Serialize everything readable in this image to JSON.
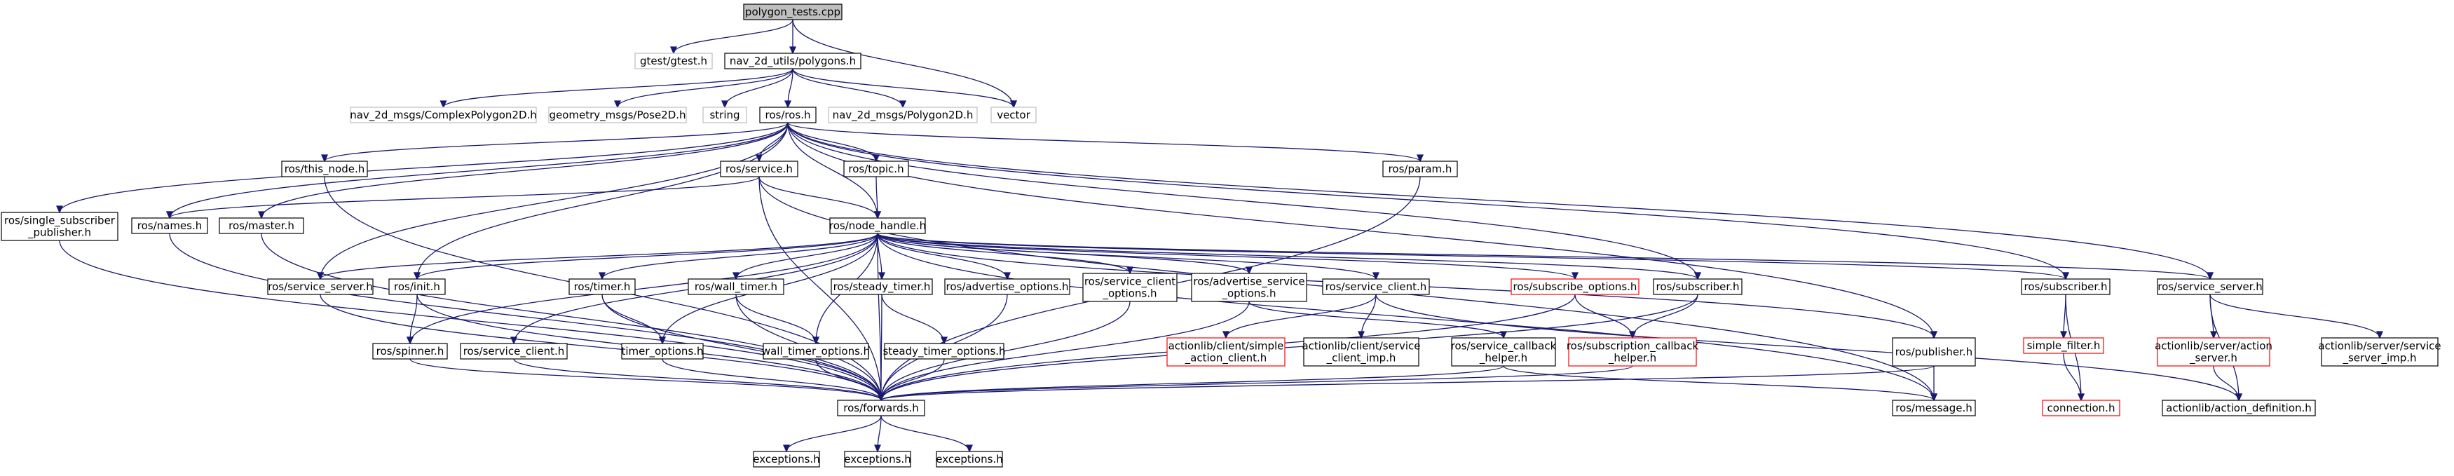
{
  "graph": {
    "colors": {
      "edge": "#191970",
      "border_normal": "#000000",
      "border_missing": "#bfbfbf",
      "border_truncated": "#ff0000",
      "fill_root": "#bfbfbf",
      "fill": "#ffffff"
    },
    "nodes": {
      "root": "polygon_tests.cpp",
      "gtest": "gtest/gtest.h",
      "polygons": "nav_2d_utils/polygons.h",
      "vector": "vector",
      "complexpoly": "nav_2d_msgs/ComplexPolygon2D.h",
      "pose2d": "geometry_msgs/Pose2D.h",
      "string": "string",
      "rosh": "ros/ros.h",
      "polygon2d": "nav_2d_msgs/Polygon2D.h",
      "singlesub1": "ros/single_subscriber",
      "singlesub2": "_publisher.h",
      "thisnode": "ros/this_node.h",
      "names": "ros/names.h",
      "master": "ros/master.h",
      "service": "ros/service.h",
      "topic": "ros/topic.h",
      "param": "ros/param.h",
      "nodehandle": "ros/node_handle.h",
      "servserv1": "ros/service_server.h",
      "init": "ros/init.h",
      "timer": "ros/timer.h",
      "walltimer": "ros/wall_timer.h",
      "steadytimer": "ros/steady_timer.h",
      "advopts": "ros/advertise_options.h",
      "scopts1": "ros/service_client",
      "scopts2": "_options.h",
      "advsvc1": "ros/advertise_service",
      "advsvc2": "_options.h",
      "svcclient2": "ros/service_client.h",
      "subopts": "ros/subscribe_options.h",
      "subscriber": "ros/subscriber.h",
      "subscriber2": "ros/subscriber.h",
      "servserv2": "ros/service_server.h",
      "spinner": "ros/spinner.h",
      "svcclient": "ros/service_client.h",
      "timeropts": "timer_options.h",
      "walltimeropts": "wall_timer_options.h",
      "steadytimeropts": "steady_timer_options.h",
      "alsimple1": "actionlib/client/simple",
      "alsimple2": "_action_client.h",
      "alimp1": "actionlib/client/service",
      "alimp2": "_client_imp.h",
      "cbhelper1": "ros/service_callback",
      "cbhelper2": "_helper.h",
      "subcb1": "ros/subscription_callback",
      "subcb2": "_helper.h",
      "publisher": "ros/publisher.h",
      "simplefilter": "simple_filter.h",
      "alserver1": "actionlib/server/action",
      "alserver2": "_server.h",
      "alsrvimp1": "actionlib/server/service",
      "alsrvimp2": "_server_imp.h",
      "forwards": "ros/forwards.h",
      "message": "ros/message.h",
      "connection": "connection.h",
      "actiondef": "actionlib/action_definition.h",
      "exc1": "exceptions.h",
      "exc2": "exceptions.h",
      "exc3": "exceptions.h"
    }
  }
}
